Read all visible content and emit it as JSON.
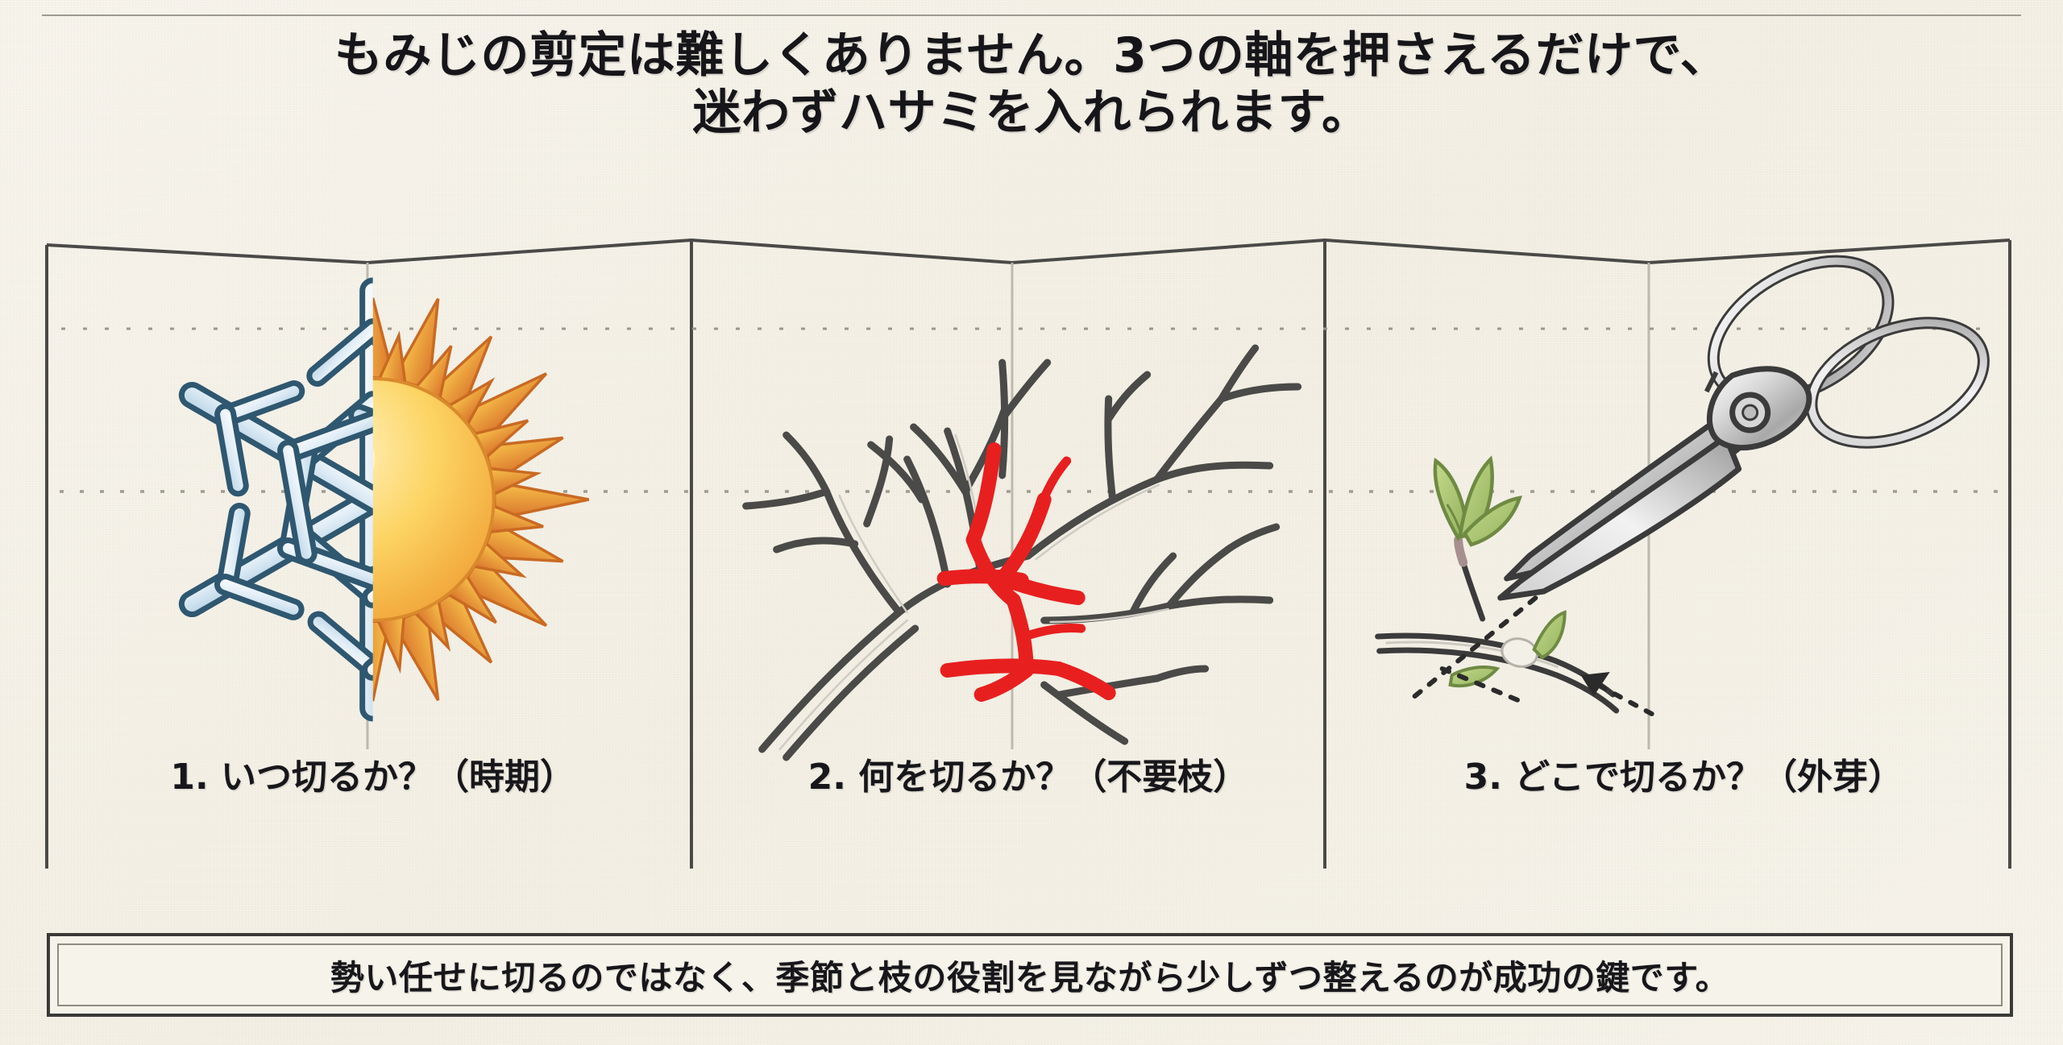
{
  "document": {
    "title_lines": [
      "もみじの剪定は難しくありません。3つの軸を押さえるだけで、",
      "迷わずハサミを入れられます。"
    ],
    "background_color": "#f5f2e9",
    "text_color": "#17171b"
  },
  "panels": [
    {
      "caption": "1. いつ切るか？（時期）",
      "illustration": "snowflake-sun-split-icon",
      "colors": {
        "cold": "#d8e7f2",
        "cold_outline": "#2f5770",
        "warm": "#f6c243",
        "warm_outline": "#c96a23"
      }
    },
    {
      "caption": "2. 何を切るか？（不要枝）",
      "illustration": "bare-branch-tree-icon",
      "colors": {
        "branch": "#4a4a48",
        "unwanted": "#e81f1f"
      }
    },
    {
      "caption": "3. どこで切るか？（外芽）",
      "illustration": "pruning-shears-bud-icon",
      "colors": {
        "blade": "#c9c9c9",
        "blade_outline": "#3b3b3b",
        "leaf": "#a9c475",
        "leaf_outline": "#6f8a43"
      }
    }
  ],
  "footer": {
    "text": "勢い任せに切るのではなく、季節と枝の役割を見ながら少しずつ整えるのが成功の鍵です。"
  }
}
